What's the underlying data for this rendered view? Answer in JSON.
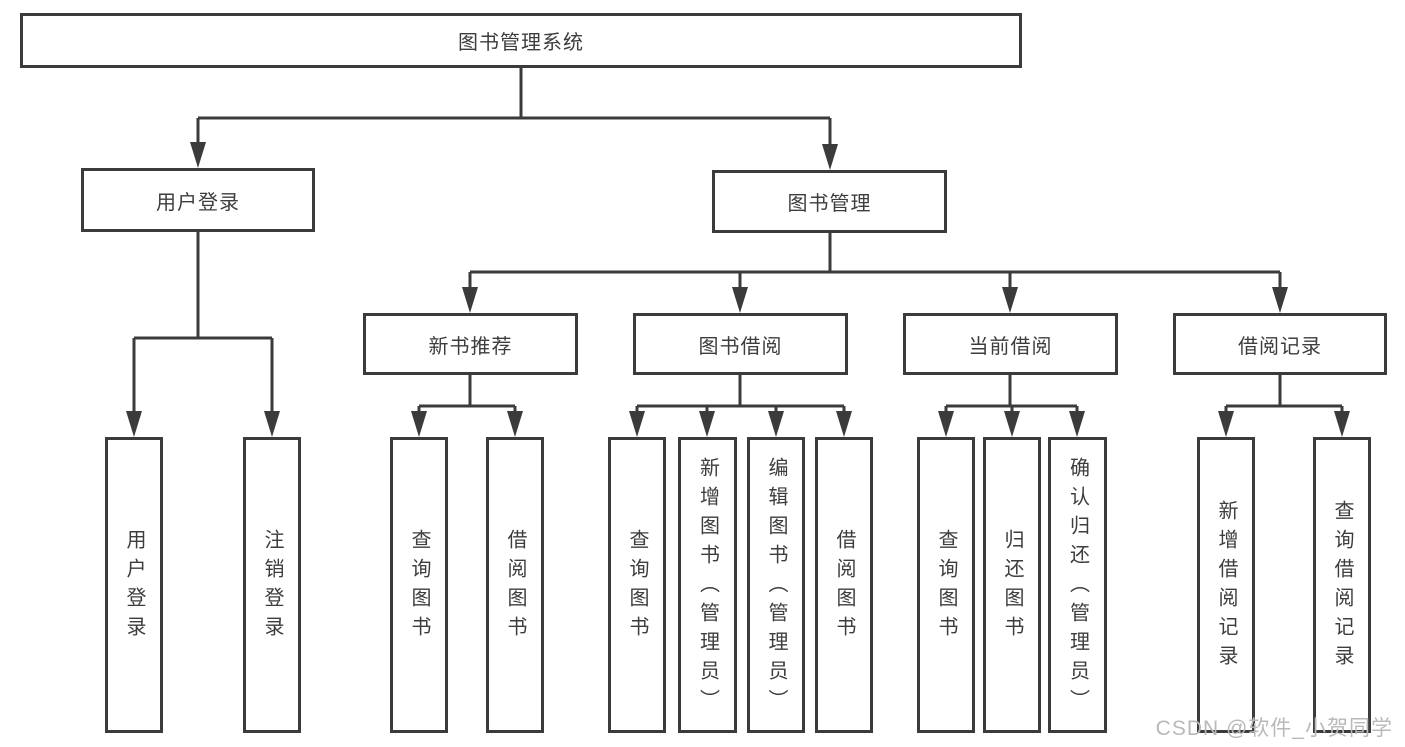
{
  "tree": {
    "root": {
      "label": "图书管理系统"
    },
    "branches": [
      {
        "label": "用户登录",
        "children": [
          {
            "label": "用户登录"
          },
          {
            "label": "注销登录"
          }
        ]
      },
      {
        "label": "图书管理",
        "children": [
          {
            "label": "新书推荐",
            "children": [
              {
                "label": "查询图书"
              },
              {
                "label": "借阅图书"
              }
            ]
          },
          {
            "label": "图书借阅",
            "children": [
              {
                "label": "查询图书"
              },
              {
                "label": "新增图书（管理员）"
              },
              {
                "label": "编辑图书（管理员）"
              },
              {
                "label": "借阅图书"
              }
            ]
          },
          {
            "label": "当前借阅",
            "children": [
              {
                "label": "查询图书"
              },
              {
                "label": "归还图书"
              },
              {
                "label": "确认归还（管理员）"
              }
            ]
          },
          {
            "label": "借阅记录",
            "children": [
              {
                "label": "新增借阅记录"
              },
              {
                "label": "查询借阅记录"
              }
            ]
          }
        ]
      }
    ]
  },
  "colors": {
    "line": "#3b3b3b",
    "box_border": "#3b3b3b",
    "text": "#3d3d3d",
    "watermark": "#b9b9b9"
  },
  "watermark": {
    "text": "CSDN @软件_小贺同学"
  }
}
